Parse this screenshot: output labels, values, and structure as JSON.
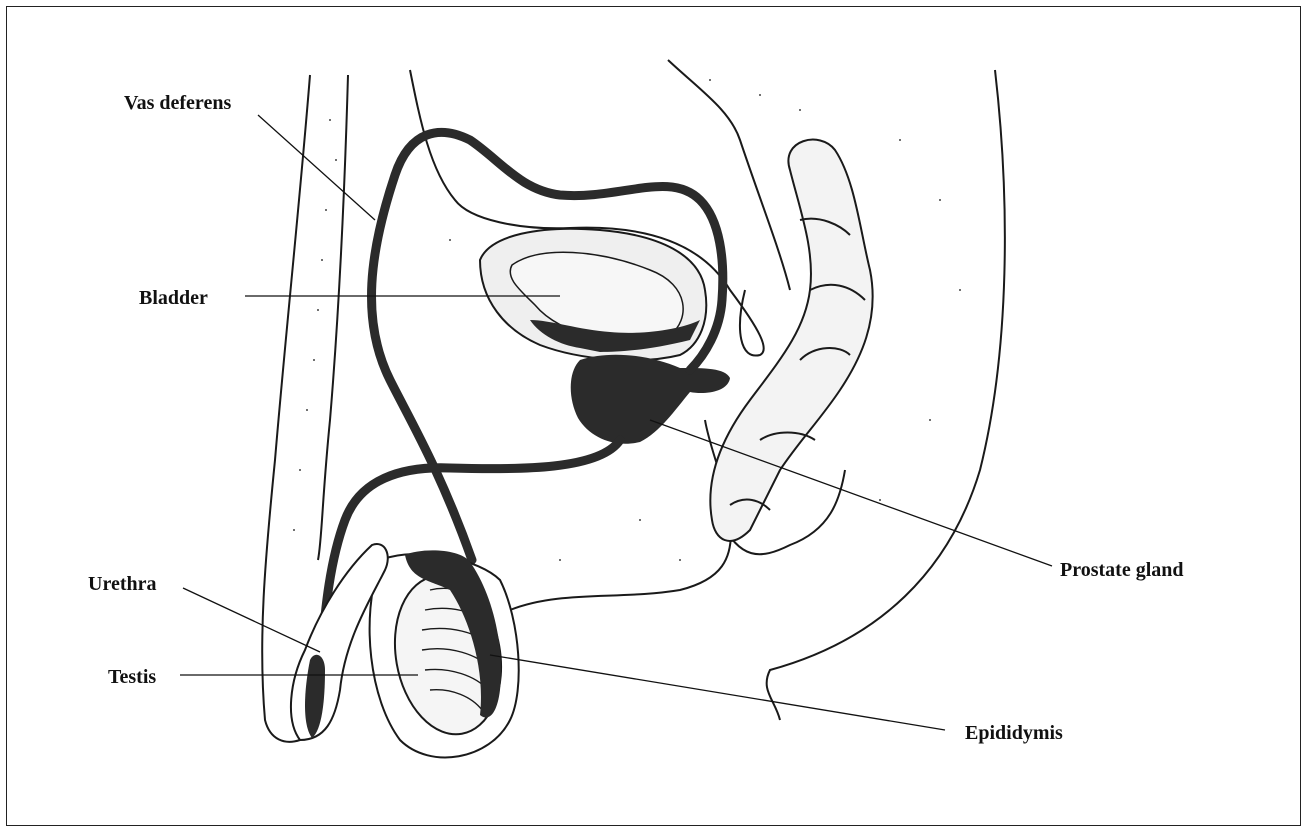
{
  "labels": {
    "vas_deferens": "Vas deferens",
    "bladder": "Bladder",
    "prostate_gland": "Prostate gland",
    "urethra": "Urethra",
    "testis": "Testis",
    "epididymis": "Epididymis"
  },
  "colors": {
    "ink": "#1a1a1a",
    "organ_fill": "#2b2b2b",
    "tissue_fill": "#f3f3f3",
    "background": "#ffffff"
  }
}
